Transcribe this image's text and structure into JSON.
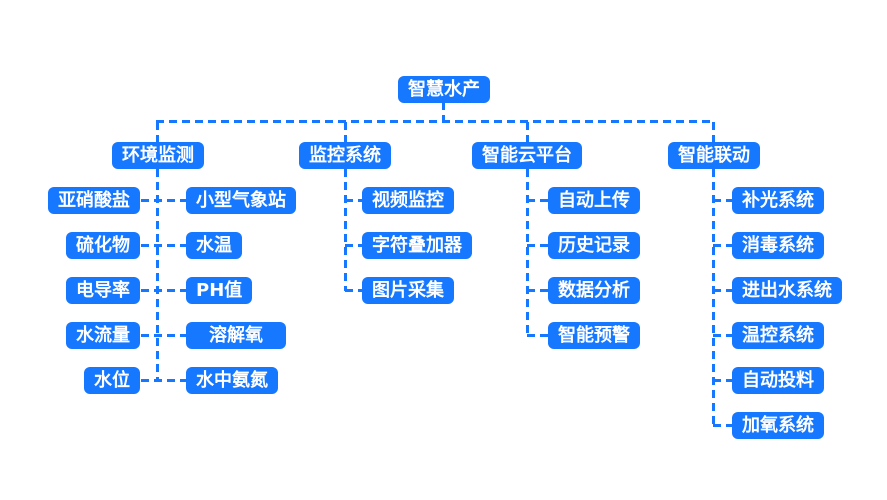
{
  "diagram": {
    "root": {
      "label": "智慧水产"
    },
    "branches": {
      "env": {
        "label": "环境监测",
        "left": [
          "亚硝酸盐",
          "硫化物",
          "电导率",
          "水流量",
          "水位"
        ],
        "right": [
          "小型气象站",
          "水温",
          "PH值",
          "溶解氧",
          "水中氨氮"
        ]
      },
      "monitor": {
        "label": "监控系统",
        "children": [
          "视频监控",
          "字符叠加器",
          "图片采集"
        ]
      },
      "cloud": {
        "label": "智能云平台",
        "children": [
          "自动上传",
          "历史记录",
          "数据分析",
          "智能预警"
        ]
      },
      "linkage": {
        "label": "智能联动",
        "children": [
          "补光系统",
          "消毒系统",
          "进出水系统",
          "温控系统",
          "自动投料",
          "加氧系统"
        ]
      }
    },
    "colors": {
      "node_fill": "#1677ff",
      "connector": "#1677ff",
      "node_text": "#ffffff",
      "background": "#ffffff"
    }
  }
}
